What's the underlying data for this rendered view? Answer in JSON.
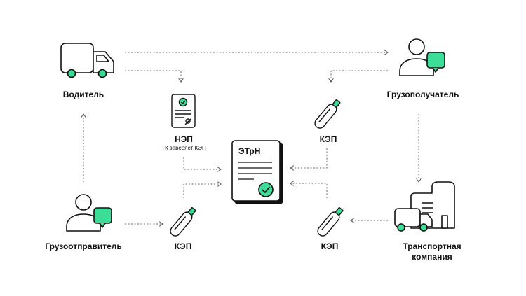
{
  "nodes": {
    "driver": {
      "label": "Водитель"
    },
    "consignee": {
      "label": "Грузополучатель"
    },
    "shipper": {
      "label": "Грузоотправитель"
    },
    "carrier": {
      "label_line1": "Транспортная",
      "label_line2": "компания"
    }
  },
  "signatures": {
    "nep": {
      "label": "НЭП",
      "caption": "ТК заверяет КЭП"
    },
    "kep_top_right": {
      "label": "КЭП"
    },
    "kep_bottom_left": {
      "label": "КЭП"
    },
    "kep_bottom_right": {
      "label": "КЭП"
    }
  },
  "document": {
    "title": "ЭТрН"
  },
  "colors": {
    "accent": "#3ddc97",
    "stroke": "#111111",
    "arrow": "#777777"
  }
}
